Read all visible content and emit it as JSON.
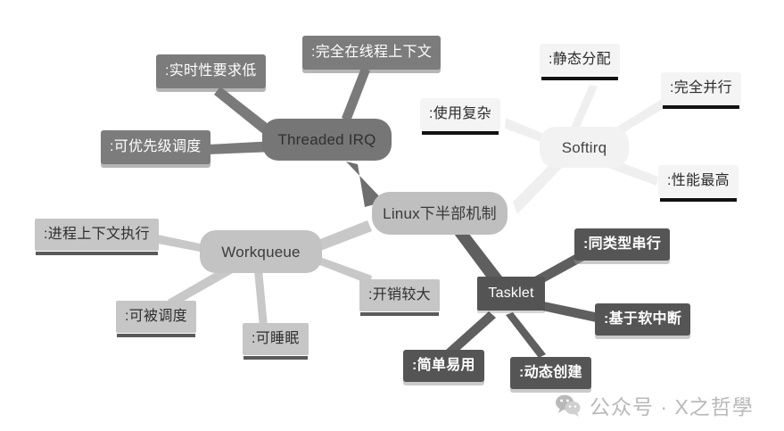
{
  "diagram": {
    "type": "mindmap",
    "title": "Linux下半部机制",
    "watermark": {
      "icon": "wechat-icon",
      "text": "公众号 · X之哲學"
    },
    "center": {
      "id": "center",
      "label": "Linux下半部机制",
      "color": "#bfbfbf",
      "text_color": "#3a3a3a"
    },
    "branches": [
      {
        "id": "threaded-irq",
        "label": "Threaded IRQ",
        "color": "#767676",
        "text_color": "#303030",
        "leaves": [
          {
            "id": "irq-leaf-1",
            "label": ":实时性要求低",
            "color": "#7c7c7c",
            "text_color": "#ffffff"
          },
          {
            "id": "irq-leaf-2",
            "label": ":完全在线程上下文",
            "color": "#7c7c7c",
            "text_color": "#ffffff"
          },
          {
            "id": "irq-leaf-3",
            "label": ":可优先级调度",
            "color": "#7c7c7c",
            "text_color": "#ffffff"
          }
        ]
      },
      {
        "id": "softirq",
        "label": "Softirq",
        "color": "#f2f2f2",
        "text_color": "#444444",
        "leaves": [
          {
            "id": "softirq-leaf-1",
            "label": ":静态分配",
            "color": "#f4f4f4",
            "text_color": "#2b2b2b"
          },
          {
            "id": "softirq-leaf-2",
            "label": ":完全并行",
            "color": "#f4f4f4",
            "text_color": "#2b2b2b"
          },
          {
            "id": "softirq-leaf-3",
            "label": ":使用复杂",
            "color": "#f4f4f4",
            "text_color": "#2b2b2b"
          },
          {
            "id": "softirq-leaf-4",
            "label": ":性能最高",
            "color": "#f4f4f4",
            "text_color": "#2b2b2b"
          }
        ]
      },
      {
        "id": "workqueue",
        "label": "Workqueue",
        "color": "#c3c3c3",
        "text_color": "#3c3c3c",
        "leaves": [
          {
            "id": "wq-leaf-1",
            "label": ":进程上下文执行",
            "color": "#c6c6c6",
            "text_color": "#2f2f2f"
          },
          {
            "id": "wq-leaf-2",
            "label": ":可被调度",
            "color": "#c6c6c6",
            "text_color": "#2f2f2f"
          },
          {
            "id": "wq-leaf-3",
            "label": ":可睡眠",
            "color": "#c6c6c6",
            "text_color": "#2f2f2f"
          },
          {
            "id": "wq-leaf-4",
            "label": ":开销较大",
            "color": "#c6c6c6",
            "text_color": "#2f2f2f"
          }
        ]
      },
      {
        "id": "tasklet",
        "label": "Tasklet",
        "color": "#545454",
        "text_color": "#ffffff",
        "leaves": [
          {
            "id": "tasklet-leaf-1",
            "label": ":同类型串行",
            "color": "#555555",
            "text_color": "#ffffff"
          },
          {
            "id": "tasklet-leaf-2",
            "label": ":基于软中断",
            "color": "#555555",
            "text_color": "#ffffff"
          },
          {
            "id": "tasklet-leaf-3",
            "label": ":简单易用",
            "color": "#555555",
            "text_color": "#ffffff"
          },
          {
            "id": "tasklet-leaf-4",
            "label": ":动态创建",
            "color": "#555555",
            "text_color": "#ffffff"
          }
        ]
      }
    ]
  }
}
